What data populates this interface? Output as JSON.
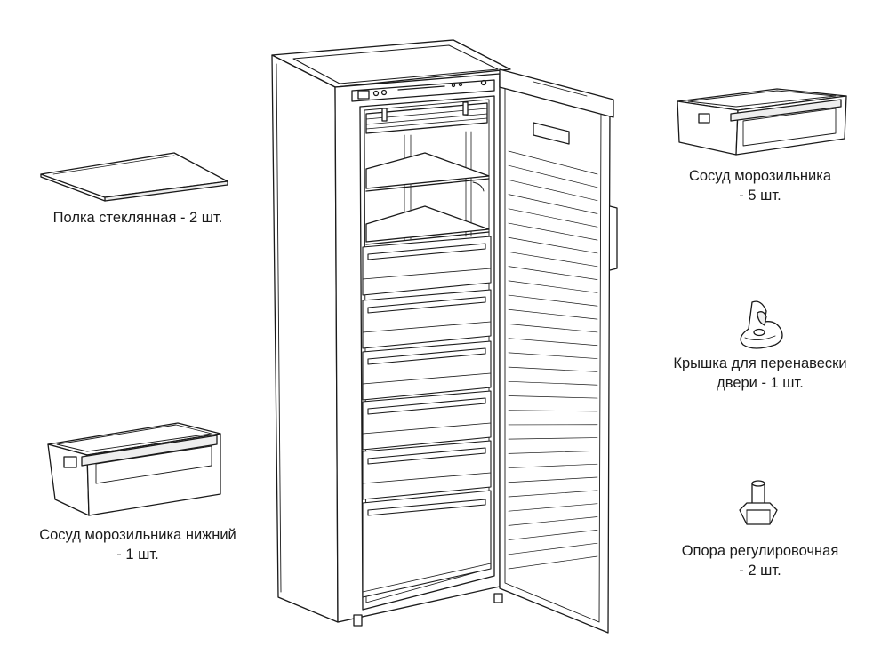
{
  "items": {
    "glass_shelf": {
      "line1": "Полка стеклянная - 2 шт."
    },
    "freezer_drawer": {
      "line1": "Сосуд морозильника",
      "line2": "- 5 шт."
    },
    "door_cover": {
      "line1": "Крышка для перенавески",
      "line2": "двери - 1 шт."
    },
    "bottom_drawer": {
      "line1": "Сосуд морозильника нижний",
      "line2": "- 1 шт."
    },
    "adjustable_foot": {
      "line1": "Опора регулировочная",
      "line2": "- 2 шт."
    }
  },
  "colors": {
    "line": "#1a1a1a",
    "fill": "#ffffff",
    "shade": "#e6e6e6"
  }
}
